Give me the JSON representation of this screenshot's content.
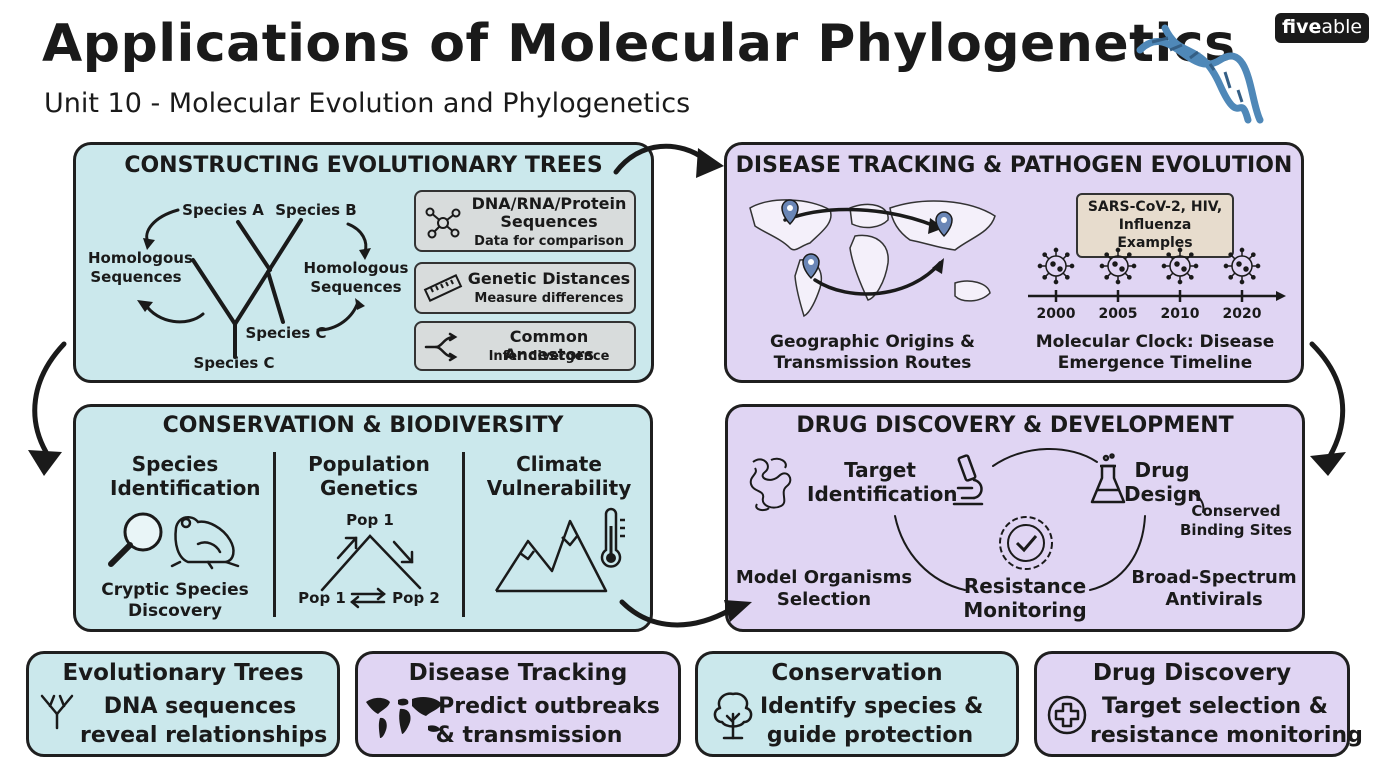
{
  "header": {
    "title": "Applications of Molecular Phylogenetics",
    "subtitle": "Unit 10 - Molecular Evolution and Phylogenetics",
    "logo_a": "five",
    "logo_b": "able"
  },
  "trees_panel": {
    "title": "CONSTRUCTING EVOLUTIONARY TREES",
    "species_a": "Species A",
    "species_b": "Species B",
    "species_c_inner": "Species C",
    "species_c_root": "Species C",
    "homologous_left": "Homologous Sequences",
    "homologous_right": "Homologous Sequences",
    "cards": [
      {
        "title": "DNA/RNA/Protein Sequences",
        "sub": "Data for comparison",
        "icon": "molecule-icon"
      },
      {
        "title": "Genetic Distances",
        "sub": "Measure differences",
        "icon": "ruler-icon"
      },
      {
        "title": "Common Ancestors",
        "sub": "Infer divergence",
        "icon": "branch-icon"
      }
    ]
  },
  "disease_panel": {
    "title": "DISEASE TRACKING & PATHOGEN EVOLUTION",
    "examples": "SARS-CoV-2, HIV, Influenza Examples",
    "timeline_years": [
      "2000",
      "2005",
      "2010",
      "2020"
    ],
    "map_caption": "Geographic Origins & Transmission Routes",
    "clock_caption": "Molecular Clock: Disease Emergence Timeline"
  },
  "conservation_panel": {
    "title": "CONSERVATION & BIODIVERSITY",
    "col1_title": "Species Identification",
    "col1_caption": "Cryptic Species Discovery",
    "col2_title": "Population Genetics",
    "pop_top": "Pop 1",
    "pop_left": "Pop 1",
    "pop_right": "Pop 2",
    "col3_title": "Climate Vulnerability"
  },
  "drug_panel": {
    "title": "DRUG DISCOVERY & DEVELOPMENT",
    "target": "Target Identification",
    "design": "Drug Design",
    "conserved": "Conserved Binding Sites",
    "model": "Model Organisms Selection",
    "resistance": "Resistance Monitoring",
    "broad": "Broad-Spectrum Antivirals"
  },
  "summary_cards": [
    {
      "title": "Evolutionary Trees",
      "body1": "DNA sequences",
      "body2": "reveal relationships",
      "icon": "tree-diagram-icon"
    },
    {
      "title": "Disease Tracking",
      "body1": "Predict outbreaks",
      "body2": "& transmission",
      "icon": "world-map-icon"
    },
    {
      "title": "Conservation",
      "body1": "Identify species &",
      "body2": "guide protection",
      "icon": "tree-icon"
    },
    {
      "title": "Drug Discovery",
      "body1": "Target selection &",
      "body2": "resistance monitoring",
      "icon": "medical-cross-icon"
    }
  ],
  "colors": {
    "teal_panel": "#cbe8ec",
    "lavender_panel": "#e0d5f3",
    "outline": "#1f1f1f",
    "dna_blue": "#4f88b8",
    "pin_blue": "#6a86b6"
  }
}
